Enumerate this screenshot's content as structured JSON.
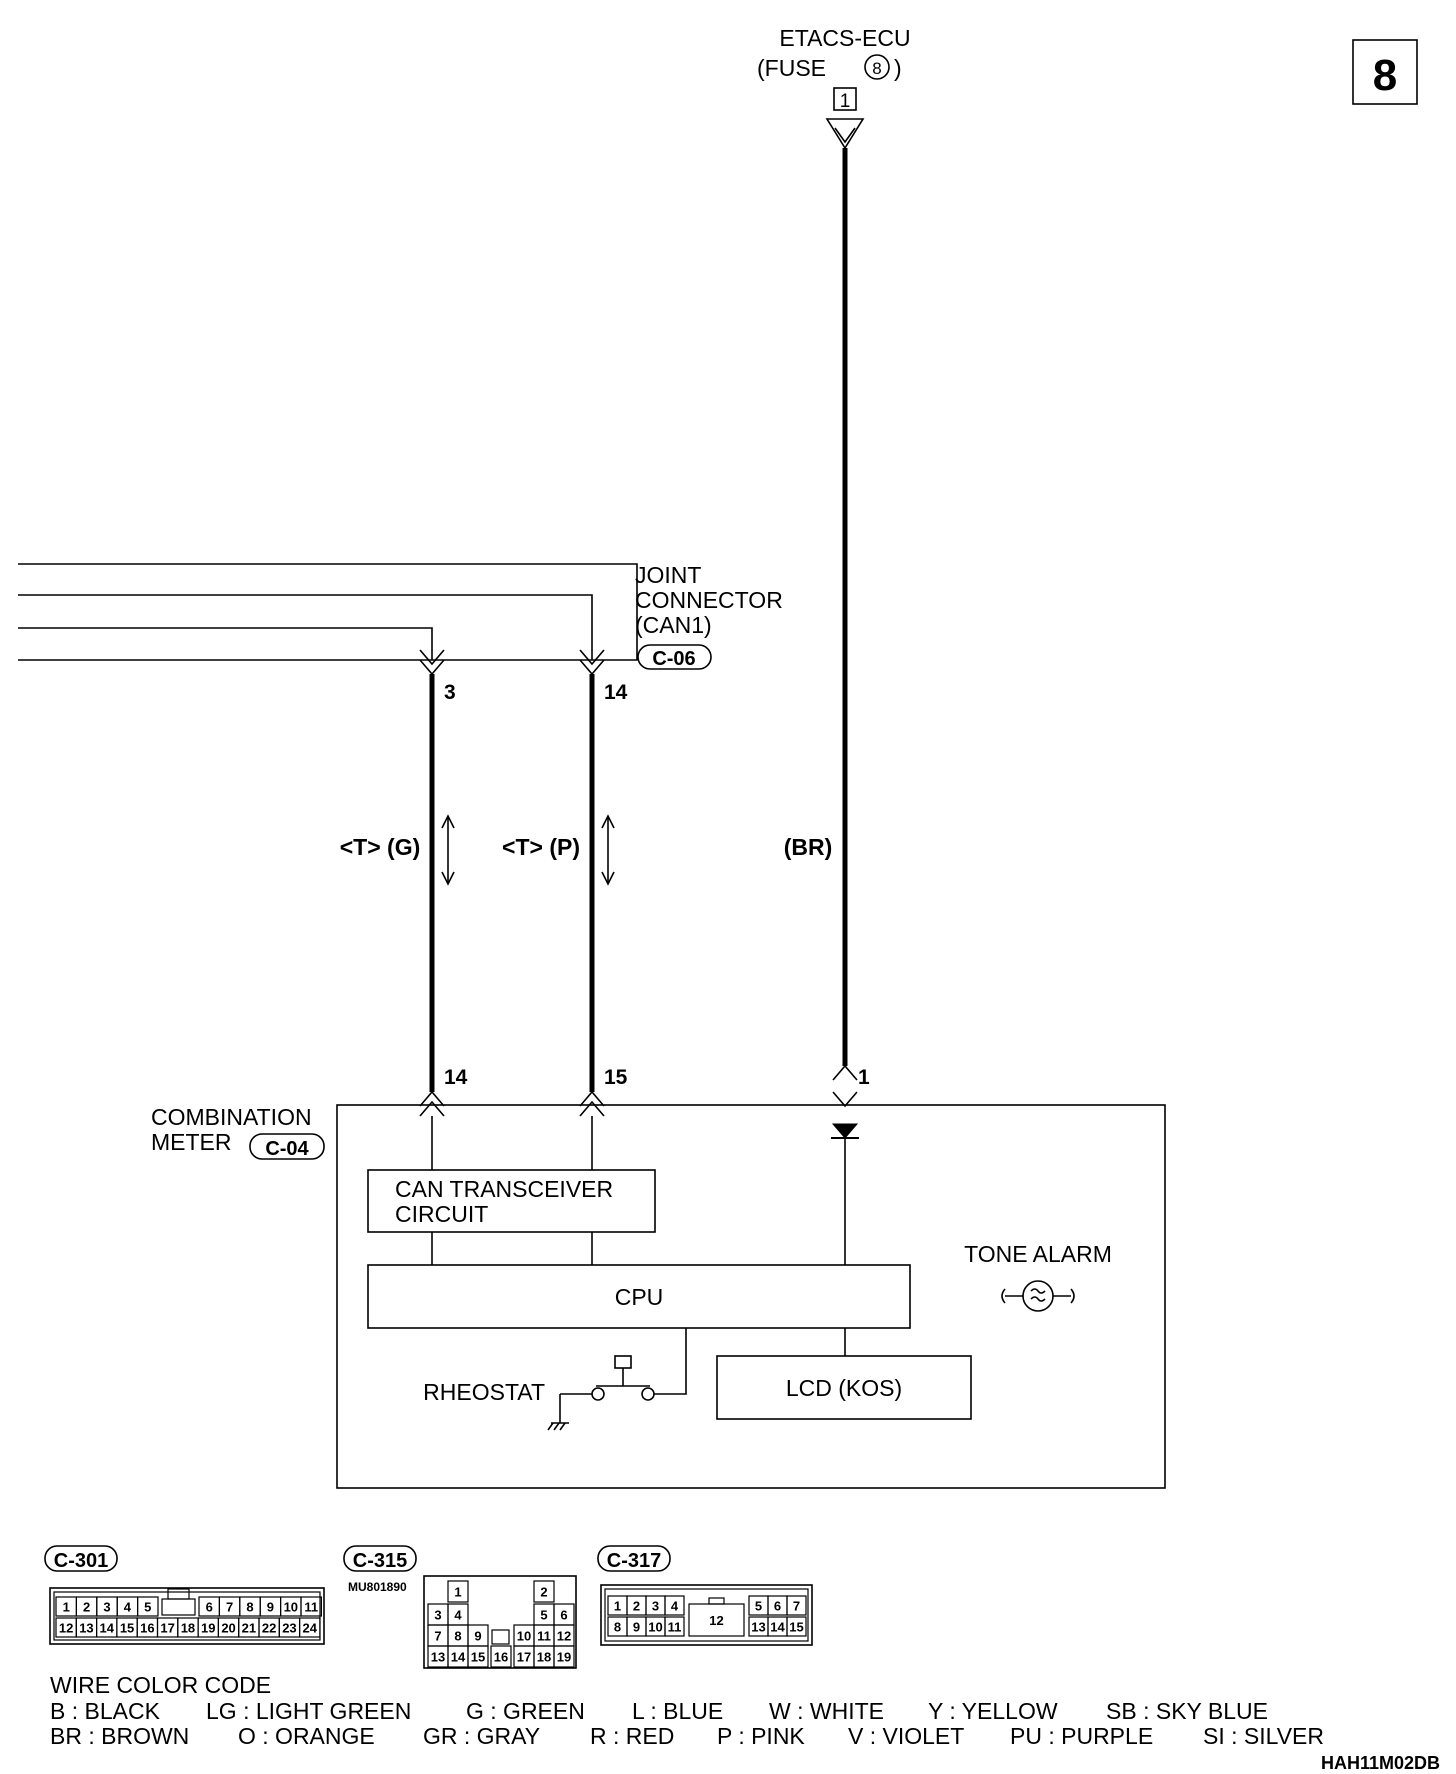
{
  "page_number": "8",
  "source": {
    "name": "ETACS-ECU",
    "fuse": "(FUSE",
    "fuse_no": "8",
    "fuse_close": ")",
    "terminal": "1"
  },
  "joint_connector": {
    "line1": "JOINT",
    "line2": "CONNECTOR",
    "line3": "(CAN1)",
    "tag": "C-06"
  },
  "wires": [
    {
      "top_pin": "3",
      "bottom_pin": "14",
      "label": "<T> (G)"
    },
    {
      "top_pin": "14",
      "bottom_pin": "15",
      "label": "<T> (P)"
    },
    {
      "top_pin": "",
      "bottom_pin": "1",
      "label": "(BR)"
    }
  ],
  "meter": {
    "line1": "COMBINATION",
    "line2": "METER",
    "tag": "C-04",
    "can_line1": "CAN TRANSCEIVER",
    "can_line2": "CIRCUIT",
    "cpu": "CPU",
    "tone_alarm": "TONE ALARM",
    "rheostat": "RHEOSTAT",
    "lcd": "LCD (KOS)"
  },
  "connectors": {
    "c301": {
      "tag": "C-301",
      "row1": [
        "1",
        "2",
        "3",
        "4",
        "5",
        "6",
        "7",
        "8",
        "9",
        "10",
        "11"
      ],
      "row2": [
        "12",
        "13",
        "14",
        "15",
        "16",
        "17",
        "18",
        "19",
        "20",
        "21",
        "22",
        "23",
        "24"
      ]
    },
    "c315": {
      "tag": "C-315",
      "part": "MU801890",
      "cells": [
        "1",
        "2",
        "3",
        "4",
        "5",
        "6",
        "7",
        "8",
        "9",
        "10",
        "11",
        "12",
        "13",
        "14",
        "15",
        "16",
        "17",
        "18",
        "19"
      ]
    },
    "c317": {
      "tag": "C-317",
      "cells": [
        "1",
        "2",
        "3",
        "4",
        "5",
        "6",
        "7",
        "8",
        "9",
        "10",
        "11",
        "12",
        "13",
        "14",
        "15"
      ]
    }
  },
  "wire_color_code": {
    "title": "WIRE COLOR CODE",
    "line1": [
      "B : BLACK",
      "LG : LIGHT GREEN",
      "G : GREEN",
      "L : BLUE",
      "W : WHITE",
      "Y : YELLOW",
      "SB : SKY BLUE"
    ],
    "line2": [
      "BR : BROWN",
      "O : ORANGE",
      "GR : GRAY",
      "R : RED",
      "P : PINK",
      "V : VIOLET",
      "PU : PURPLE",
      "SI : SILVER"
    ]
  },
  "figure_code": "HAH11M02DB"
}
